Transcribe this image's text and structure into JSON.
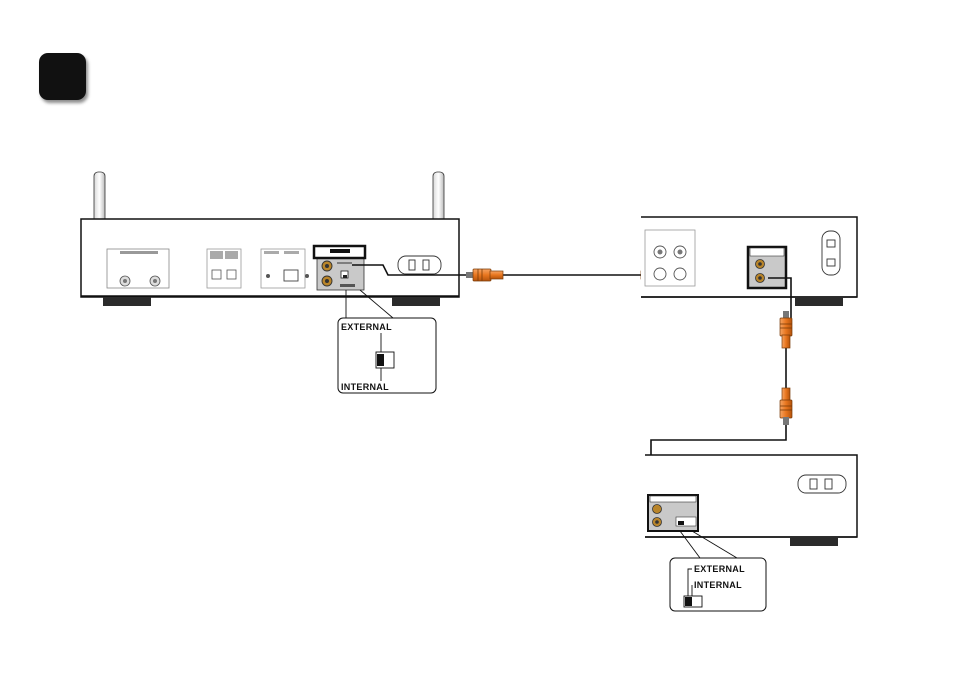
{
  "figure": {
    "step_badge": {
      "color": "#111111"
    },
    "cable": {
      "plug_color": "#e8761e",
      "line_color": "#111111"
    },
    "callouts": {
      "left": {
        "top_label": "EXTERNAL",
        "bottom_label": "INTERNAL",
        "selected": "INTERNAL"
      },
      "right": {
        "top_label": "EXTERNAL",
        "bottom_label": "INTERNAL",
        "selected": "INTERNAL"
      }
    }
  }
}
